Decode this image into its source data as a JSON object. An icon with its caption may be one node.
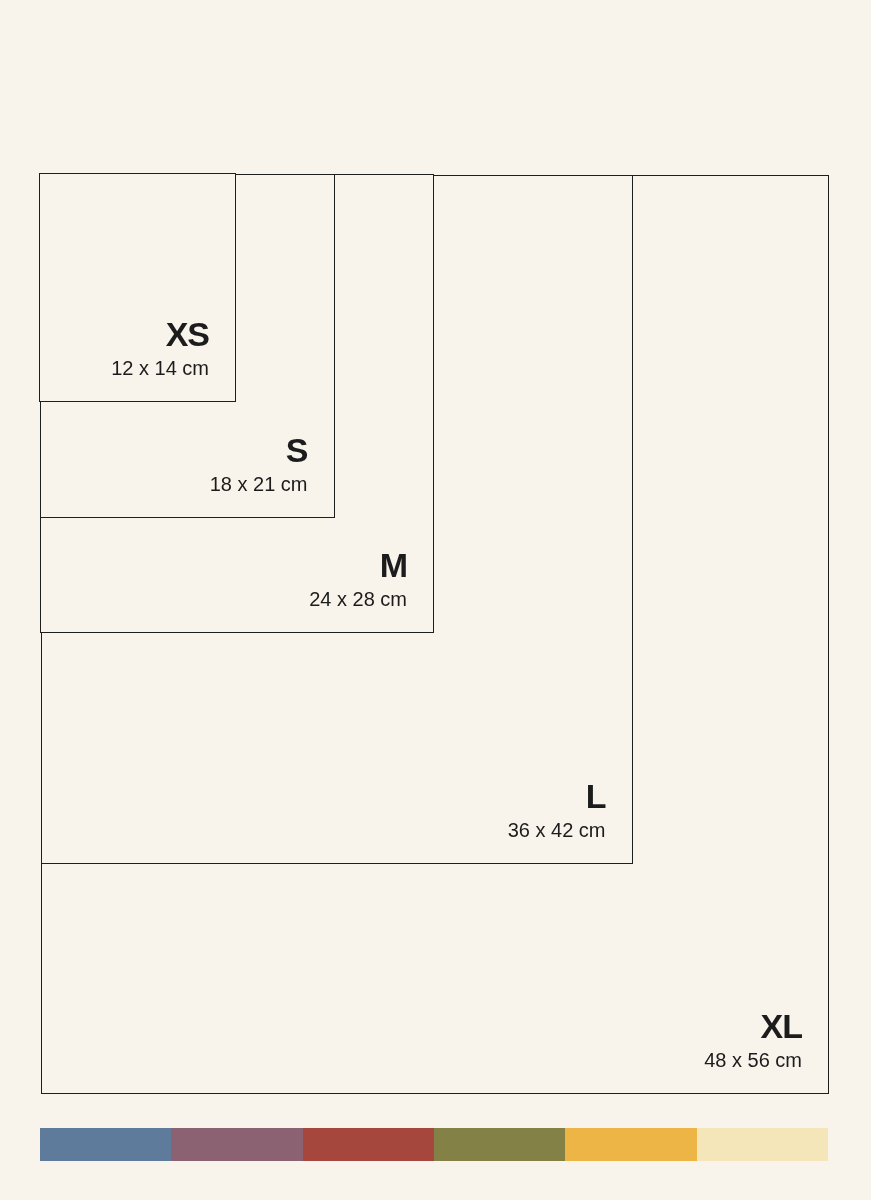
{
  "diagram": {
    "nodes": [
      {
        "text": [
          "XL",
          "48 x 56 cm"
        ]
      },
      {
        "text": [
          "L",
          "36 x 42 cm"
        ],
        "in": 0
      },
      {
        "text": [
          "M",
          "24 x 28 cm"
        ],
        "in": 1
      },
      {
        "text": [
          "S",
          "18 x 21 cm"
        ],
        "in": 2
      },
      {
        "text": [
          "XS",
          "12 x 14 cm"
        ],
        "in": 3
      }
    ]
  }
}
